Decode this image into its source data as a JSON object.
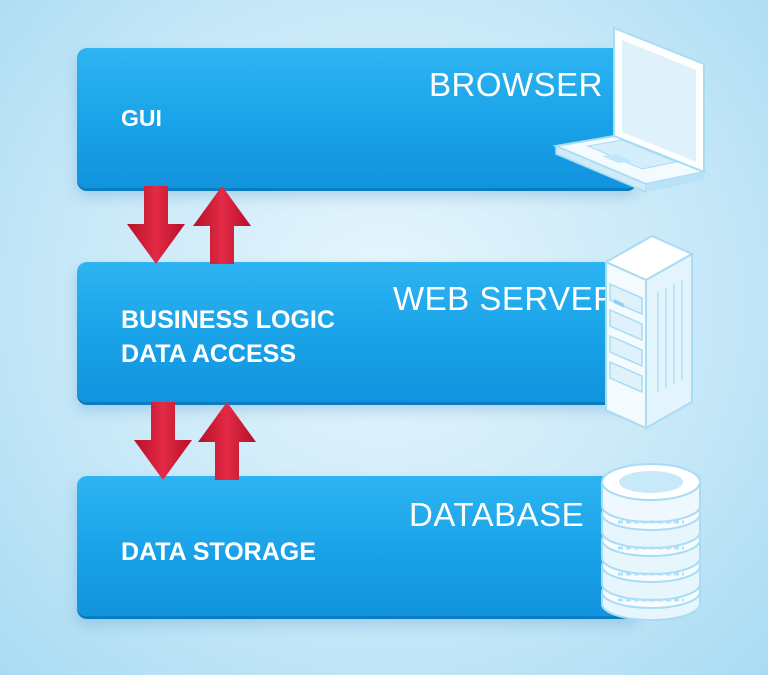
{
  "tiers": [
    {
      "title": "BROWSER",
      "labels": [
        "GUI"
      ],
      "icon": "laptop-icon"
    },
    {
      "title": "WEB SERVER",
      "labels": [
        "BUSINESS LOGIC",
        "DATA ACCESS"
      ],
      "icon": "server-rack-icon"
    },
    {
      "title": "DATABASE",
      "labels": [
        "DATA STORAGE"
      ],
      "icon": "database-icon"
    }
  ],
  "connectors": [
    {
      "between": [
        "BROWSER",
        "WEB SERVER"
      ],
      "directions": [
        "down",
        "up"
      ]
    },
    {
      "between": [
        "WEB SERVER",
        "DATABASE"
      ],
      "directions": [
        "down",
        "up"
      ]
    }
  ],
  "colors": {
    "tier": "#1aa3ea",
    "arrow": "#d8203c",
    "background": "#c9e9f8",
    "text": "#ffffff"
  }
}
